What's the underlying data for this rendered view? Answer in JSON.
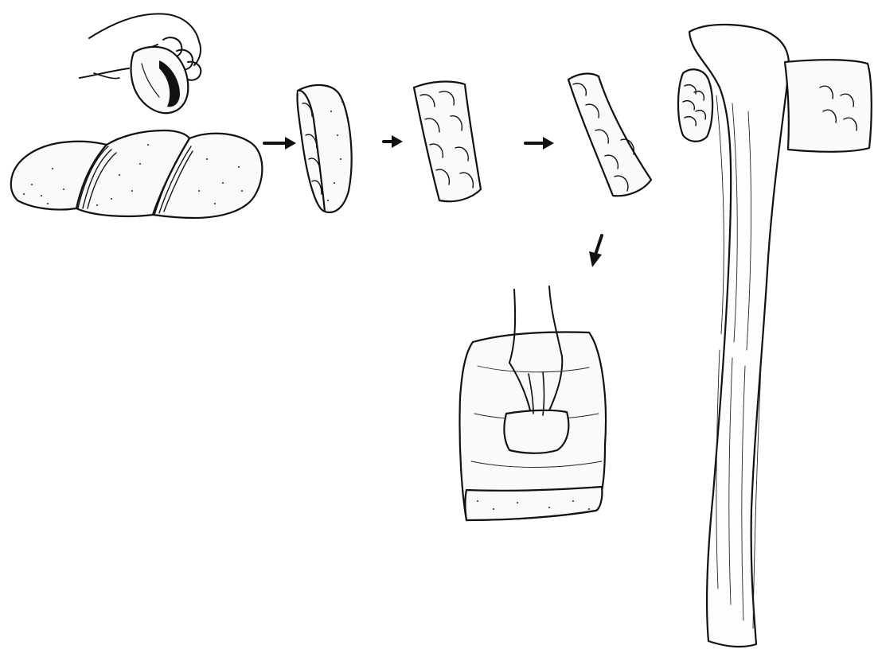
{
  "figure": {
    "stages": [
      "hand-holding-hammerstone",
      "split-pebble",
      "half-pebble-blank",
      "rough-flaked-blank",
      "shaped-adze-blade",
      "grinding-on-slab",
      "hafted-adze"
    ]
  }
}
